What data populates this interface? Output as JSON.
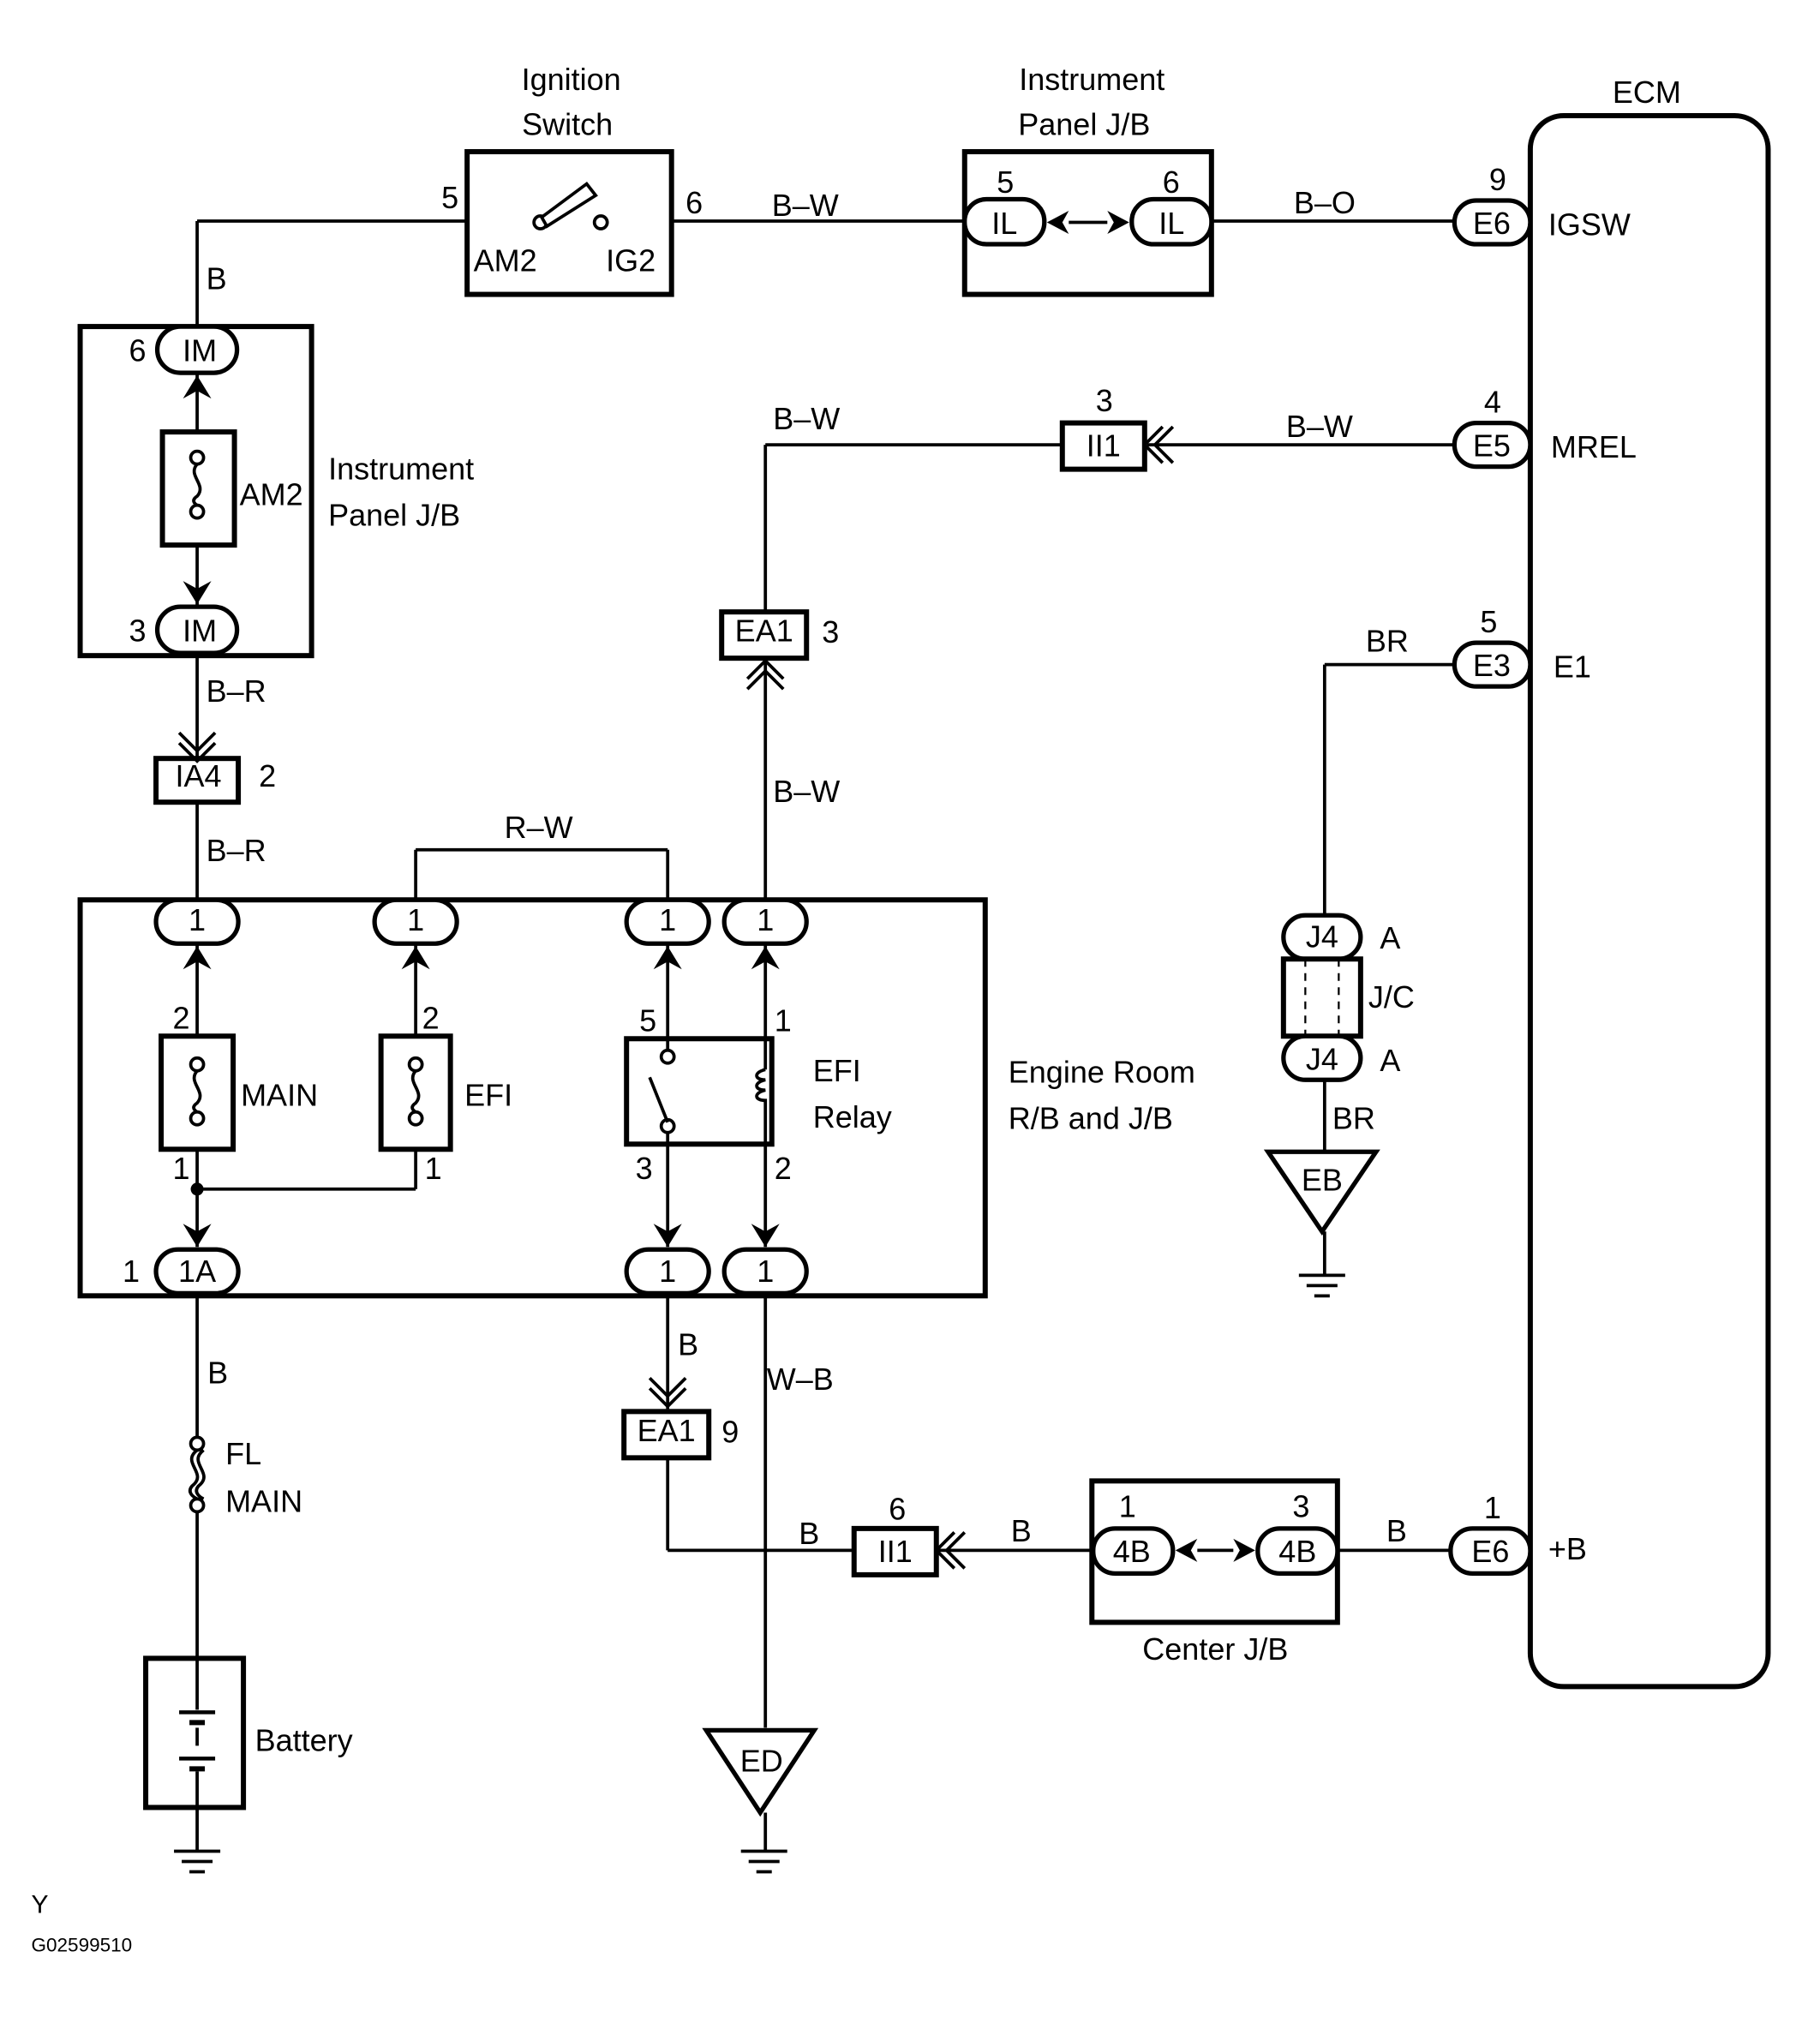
{
  "labels": {
    "ignition_switch": [
      "Ignition",
      "Switch"
    ],
    "instrument_panel_top": [
      "Instrument",
      "Panel J/B"
    ],
    "instrument_panel_left": [
      "Instrument",
      "Panel J/B"
    ],
    "ecm": "ECM",
    "engine_room": [
      "Engine Room",
      "R/B and J/B"
    ],
    "center_jb": "Center J/B",
    "battery": "Battery",
    "fl_main": [
      "FL",
      "MAIN"
    ],
    "jc": "J/C",
    "efi_relay": [
      "EFI",
      "Relay"
    ],
    "am2_fuse": "AM2",
    "main_fuse": "MAIN",
    "efi_fuse": "EFI",
    "sw_am2": "AM2",
    "sw_ig2": "IG2"
  },
  "ecm_pins": [
    {
      "connector": "E6",
      "pin": "9",
      "name": "IGSW"
    },
    {
      "connector": "E5",
      "pin": "4",
      "name": "MREL"
    },
    {
      "connector": "E3",
      "pin": "5",
      "name": "E1"
    },
    {
      "connector": "E6",
      "pin": "1",
      "name": "+B"
    }
  ],
  "connectors": {
    "il": "IL",
    "im": "IM",
    "ii1": "II1",
    "ea1": "EA1",
    "ia4": "IA4",
    "j4": "J4",
    "c1a": "1A",
    "c4b": "4B",
    "one": "1"
  },
  "grounds": [
    "EB",
    "ED"
  ],
  "wires": {
    "b": "B",
    "bw": "B–W",
    "bo": "B–O",
    "br_dash": "B–R",
    "rw": "R–W",
    "br": "BR",
    "wb": "W–B"
  },
  "pins": {
    "p1": "1",
    "p2": "2",
    "p3": "3",
    "p4": "4",
    "p5": "5",
    "p6": "6",
    "p9": "9",
    "a": "A"
  },
  "footer": {
    "letter": "Y",
    "code": "G02599510"
  }
}
